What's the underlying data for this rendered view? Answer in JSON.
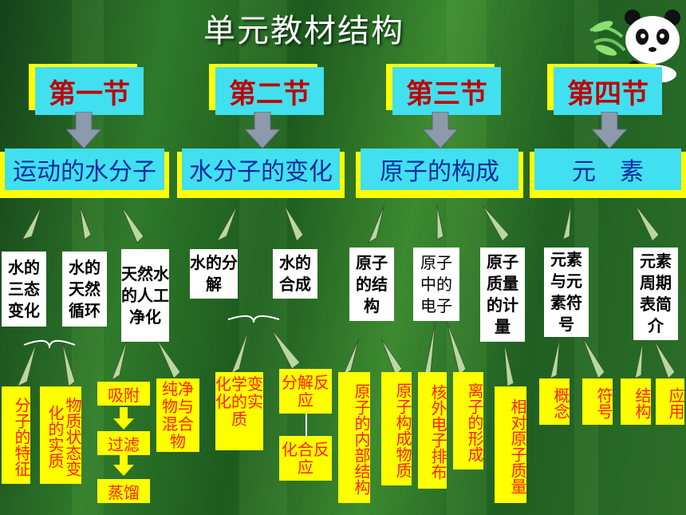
{
  "title": "单元教材结构",
  "sections": [
    {
      "label": "第一节",
      "topic": "运动的水分子"
    },
    {
      "label": "第二节",
      "topic": "水分子的变化"
    },
    {
      "label": "第三节",
      "topic": "原子的构成"
    },
    {
      "label": "第四节",
      "topic": "元　素"
    }
  ],
  "subtopics": [
    "水的三态变化",
    "水的天然循环",
    "天然水的人工净化",
    "水的分解",
    "水的合成",
    "原子的结构",
    "原子中的电子",
    "原子质量的计量",
    "元素与元素符号",
    "元素周期表简介"
  ],
  "leaves": {
    "s1a": "分子的特征",
    "s1b": "物质状态变化的实质",
    "s1c1": "吸附",
    "s1c2": "过滤",
    "s1c3": "蒸馏",
    "s1d": "纯净物与混合物",
    "s2a": "化学变化的实质",
    "s2b1": "分解反应",
    "s2b2": "化合反应",
    "s3a": "原子的内部结构",
    "s3b": "原子构成物质",
    "s3c": "核外电子排布",
    "s3d": "离子的形成",
    "s3e": "相对原子质量",
    "s4a": "概念",
    "s4b": "符号",
    "s4c": "结构",
    "s4d": "应用"
  },
  "colors": {
    "section_bg": "#40e0f0",
    "section_text": "#c00000",
    "topic_text": "#0a2aa0",
    "accent": "#ffff00",
    "leaf_text": "#ff2000"
  }
}
